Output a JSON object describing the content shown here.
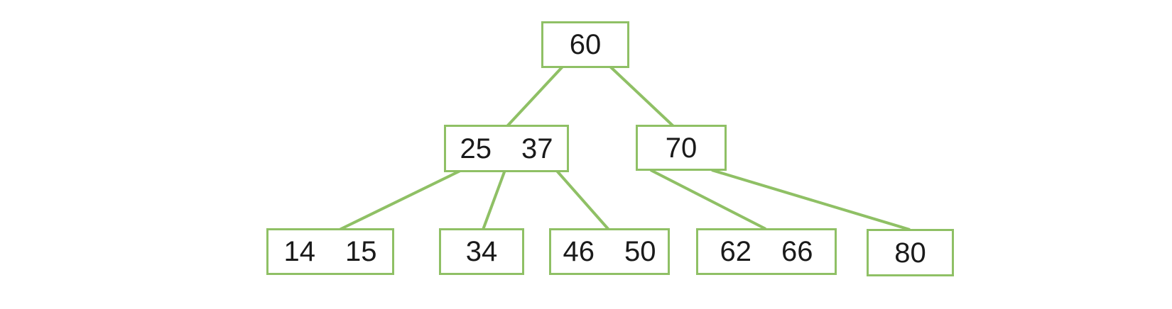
{
  "tree": {
    "type": "b-tree",
    "nodes": [
      {
        "id": "60",
        "level": 0,
        "keys": [
          "60"
        ]
      },
      {
        "id": "25-37",
        "level": 1,
        "keys": [
          "25",
          "37"
        ]
      },
      {
        "id": "70",
        "level": 1,
        "keys": [
          "70"
        ]
      },
      {
        "id": "14-15",
        "level": 2,
        "keys": [
          "14",
          "15"
        ]
      },
      {
        "id": "34",
        "level": 2,
        "keys": [
          "34"
        ]
      },
      {
        "id": "46-50",
        "level": 2,
        "keys": [
          "46",
          "50"
        ]
      },
      {
        "id": "62-66",
        "level": 2,
        "keys": [
          "62",
          "66"
        ]
      },
      {
        "id": "80",
        "level": 2,
        "keys": [
          "80"
        ]
      }
    ],
    "edges": [
      {
        "from": "60",
        "to": "25-37"
      },
      {
        "from": "60",
        "to": "70"
      },
      {
        "from": "25-37",
        "to": "14-15"
      },
      {
        "from": "25-37",
        "to": "34"
      },
      {
        "from": "25-37",
        "to": "46-50"
      },
      {
        "from": "70",
        "to": "62-66"
      },
      {
        "from": "70",
        "to": "80"
      }
    ]
  },
  "colors": {
    "node_border": "#8FC065",
    "edge": "#8FC065",
    "text": "#1a1a1a",
    "background": "#ffffff"
  }
}
